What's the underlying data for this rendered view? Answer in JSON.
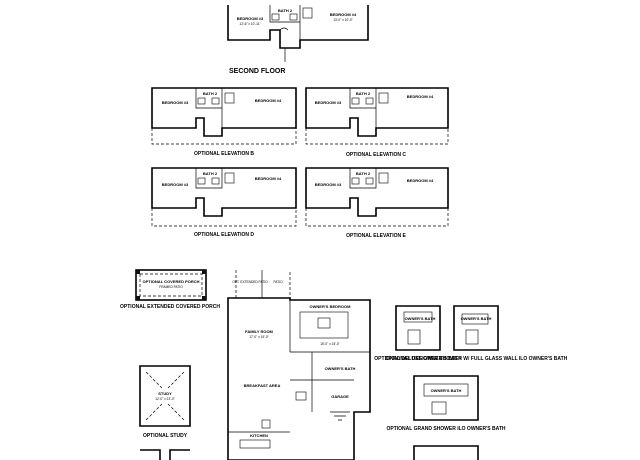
{
  "floor_labels": {
    "second_floor": "SECOND FLOOR"
  },
  "captions": {
    "elev_b1": "OPTIONAL ELEVATION B",
    "elev_c1": "OPTIONAL ELEVATION C",
    "elev_d": "OPTIONAL ELEVATION D",
    "elev_e": "OPTIONAL ELEVATION E",
    "porch": "OPTIONAL EXTENDED COVERED PORCH",
    "study": "OPTIONAL STUDY",
    "deluxe_bath": "OPTIONAL DELUXE OWNER'S BATH",
    "shower": "OPTIONAL DESIGNER SHOWER W/ FULL GLASS WALL ILO OWNER'S BATH",
    "grand_shower": "OPTIONAL GRAND SHOWER ILO OWNER'S BATH"
  },
  "rooms": {
    "bedroom3": "BEDROOM #3",
    "bedroom3_size": "12'-6\" x 10'-11\"",
    "bath2": "BATH 2",
    "bedroom4": "BEDROOM #4",
    "bedroom4_size": "13'-0\" x 10'-0\"",
    "covered_porch": "OPTIONAL COVERED PORCH",
    "covered_porch_sub": "FRAMED PATIO",
    "family_room": "FAMILY ROOM",
    "family_room_size": "17'-0\" x 15'-0\"",
    "breakfast": "BREAKFAST AREA",
    "kitchen": "KITCHEN",
    "owners_bedroom": "OWNER'S BEDROOM",
    "owners_bedroom_size": "15'-0\" x 15'-0\"",
    "owners_bath": "OWNER'S BATH",
    "patio": "OPT. EXTENDED PATIO",
    "patio2": "PATIO",
    "garage": "GARAGE",
    "study": "STUDY",
    "study_size": "12'-0\" x 13'-0\""
  }
}
